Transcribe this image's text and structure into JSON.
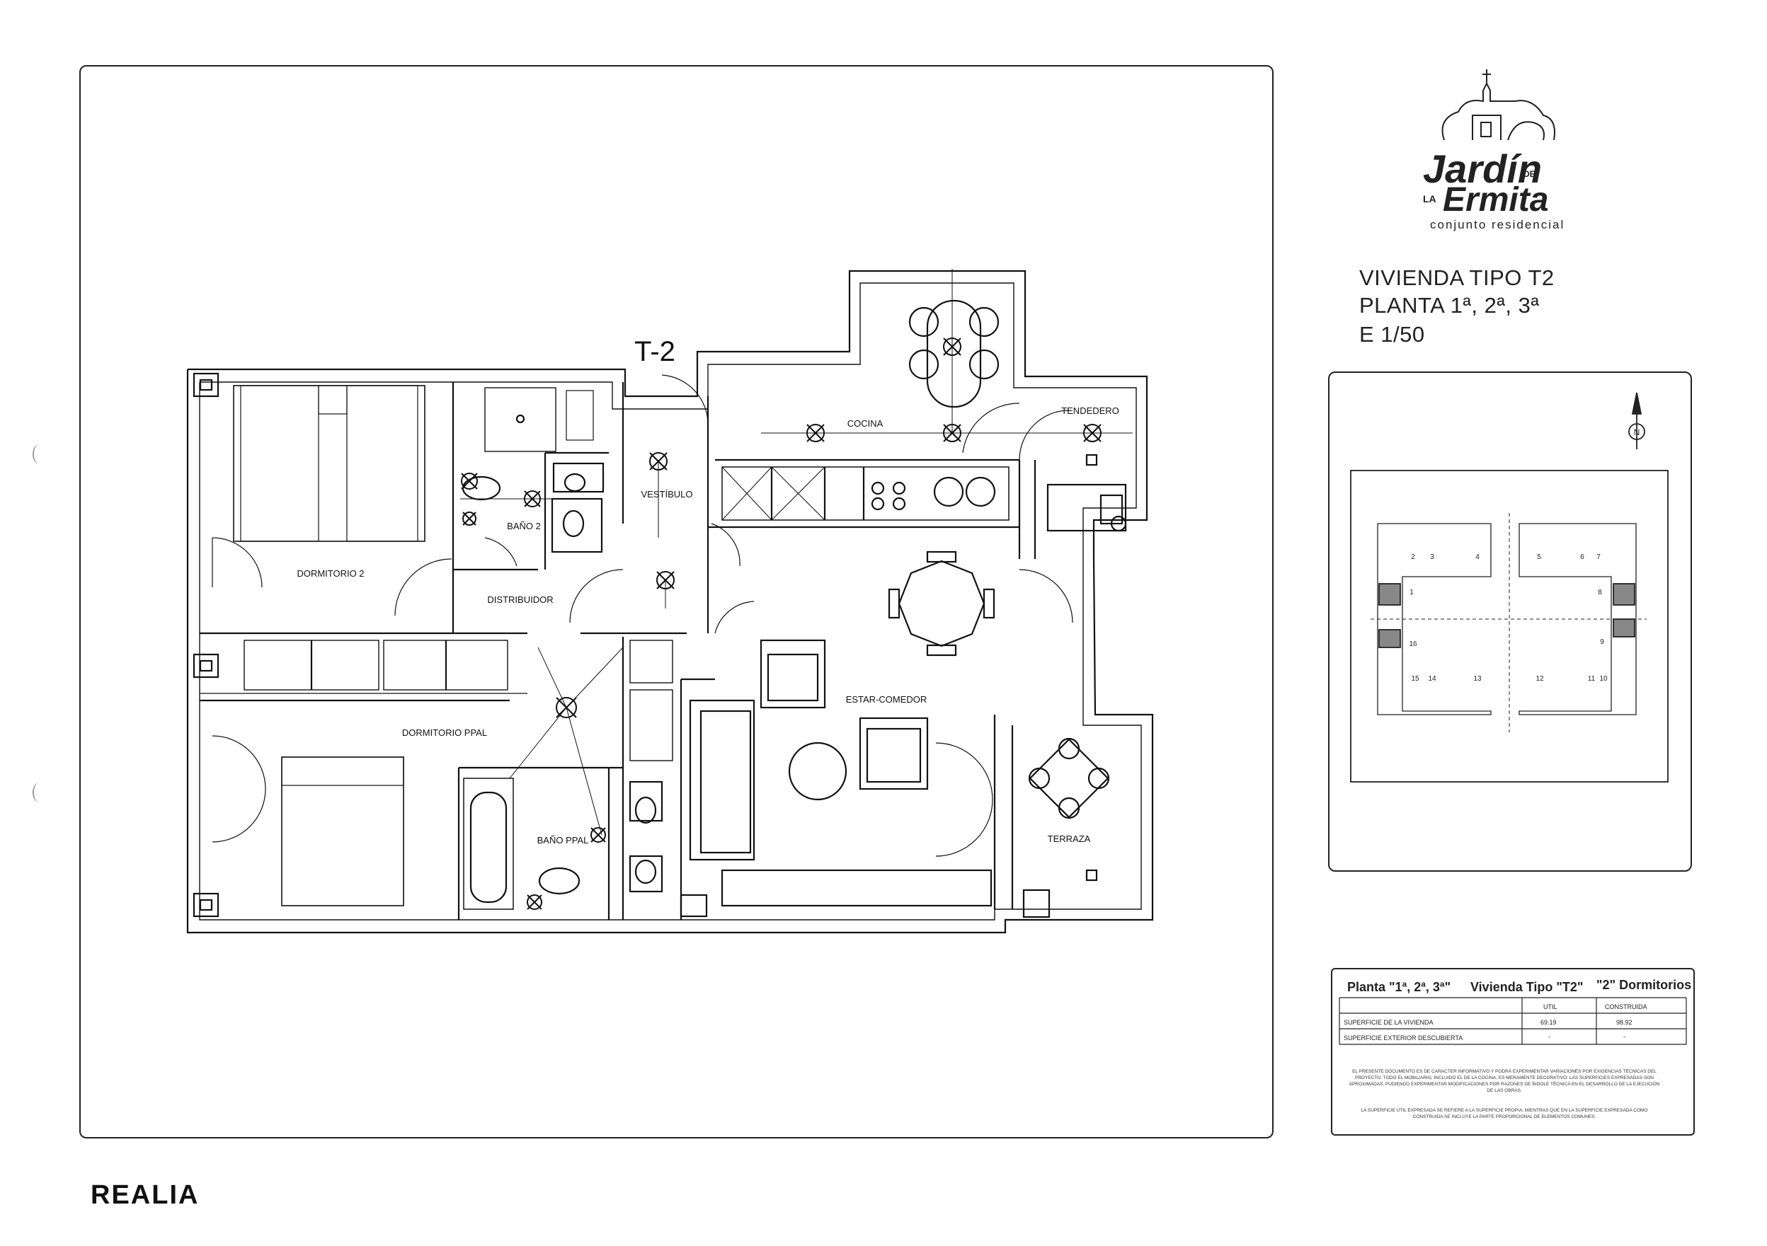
{
  "plan": {
    "unit_code": "T-2",
    "rooms": {
      "dormitorio2": "DORMITORIO 2",
      "bano2": "BAÑO 2",
      "distribuidor": "DISTRIBUIDOR",
      "vestibulo": "VESTÍBULO",
      "cocina": "COCINA",
      "tendedero": "TENDEDERO",
      "estar_comedor": "ESTAR-COMEDOR",
      "dormitorio_ppal": "DORMITORIO PPAL",
      "bano_ppal": "BAÑO PPAL",
      "terraza": "TERRAZA"
    }
  },
  "brand": {
    "word1": "Jardín",
    "word_de": "DE",
    "word_la": "LA",
    "word2": "Ermita",
    "tagline": "conjunto residencial"
  },
  "info": {
    "line1": "VIVIENDA TIPO T2",
    "line2": "PLANTA 1ª, 2ª, 3ª",
    "line3": "E 1/50"
  },
  "key_plan": {
    "north": "N",
    "unit_numbers": [
      "1",
      "2",
      "3",
      "4",
      "5",
      "6",
      "7",
      "8",
      "9",
      "10",
      "11",
      "12",
      "13",
      "14",
      "15",
      "16"
    ]
  },
  "surface_table": {
    "header_planta": "Planta \"1ª, 2ª, 3ª\"",
    "header_tipo": "Vivienda Tipo \"T2\"",
    "header_dormitorios": "\"2\" Dormitorios",
    "col_util": "UTIL",
    "col_construida": "CONSTRUIDA",
    "rows": [
      {
        "label": "SUPERFICIE DE LA VIVIENDA",
        "util": "69.19",
        "construida": "98.92"
      },
      {
        "label": "SUPERFICIE EXTERIOR DESCUBIERTA",
        "util": "-",
        "construida": "-"
      }
    ],
    "disclaimer1": "EL PRESENTE DOCUMENTO ES DE CARACTER INFORMATIVO Y PODRÁ EXPERIMENTAR VARIACIONES POR EXIGENCIAS TÉCNICAS DEL PROYECTO. TODO EL MOBILIARIO, INCLUIDO EL DE LA COCINA, ES MERAMENTE DECORATIVO. LAS SUPERFICIES EXPRESADAS SON APROXIMADAS, PUDIENDO EXPERIMENTAR MODIFICACIONES POR RAZONES DE ÍNDOLE TÉCNICA EN EL DESARROLLO DE LA EJECUCIÓN DE LAS OBRAS.",
    "disclaimer2": "LA SUPERFICIE ÚTIL EXPRESADA SE REFIERE A LA SUPERFICIE PROPIA, MIENTRAS QUE EN LA SUPERFICIE EXPRESADA COMO CONSTRUIDA SE INCLUYE LA PARTE PROPORCIONAL DE ELEMENTOS COMUNES."
  },
  "footer": {
    "logo": "REALIA"
  }
}
